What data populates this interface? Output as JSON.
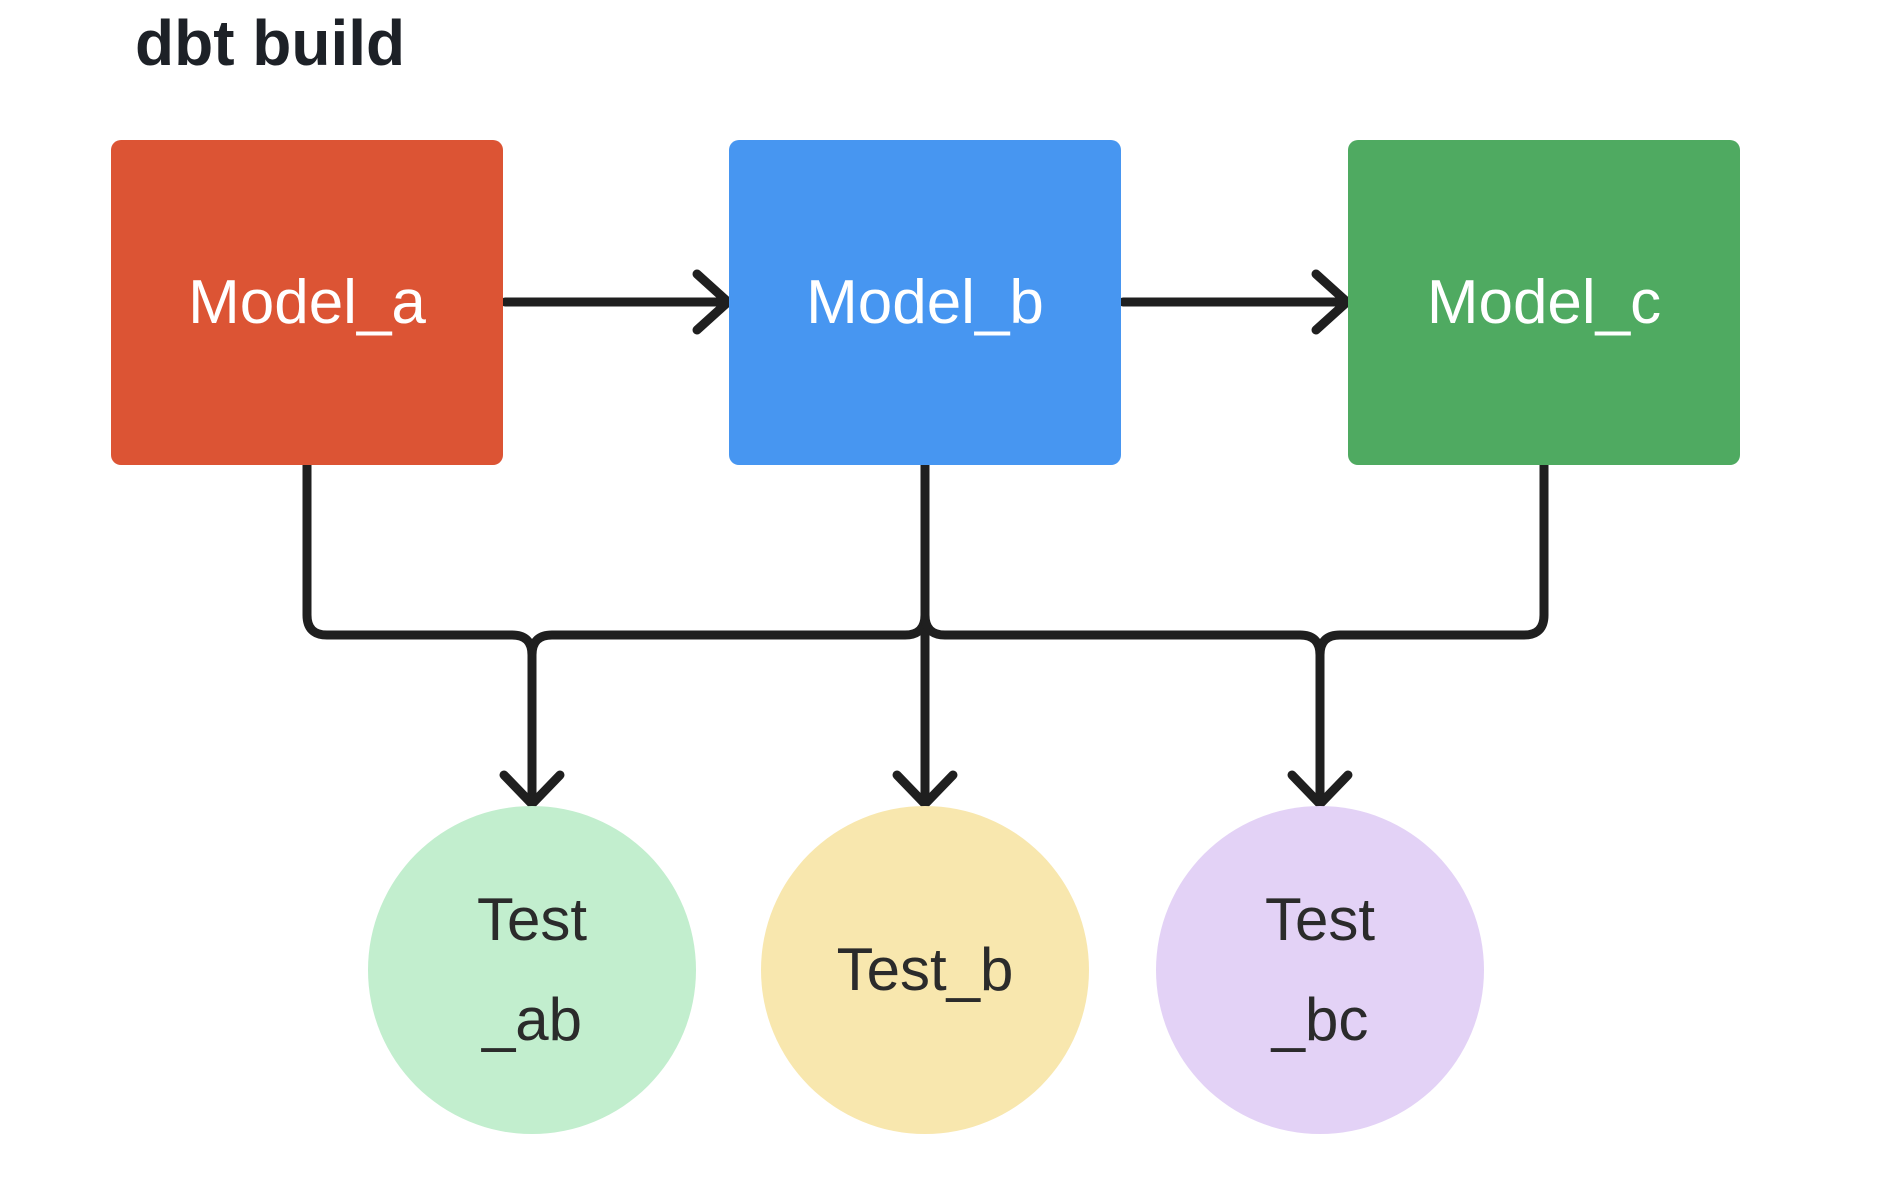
{
  "diagram": {
    "title": "dbt build",
    "title_color": "#1d2127",
    "background": "#ffffff",
    "connector_color": "#1f1f1f",
    "models": [
      {
        "id": "model_a",
        "label": "Model_a",
        "fill": "#DC5434",
        "text_color": "#ffffff"
      },
      {
        "id": "model_b",
        "label": "Model_b",
        "fill": "#4796F1",
        "text_color": "#ffffff"
      },
      {
        "id": "model_c",
        "label": "Model_c",
        "fill": "#4FAA61",
        "text_color": "#ffffff"
      }
    ],
    "tests": [
      {
        "id": "test_ab",
        "lines": [
          "Test",
          "_ab"
        ],
        "fill": "#C2EECE",
        "text_color": "#2b2b2b"
      },
      {
        "id": "test_b",
        "lines": [
          "Test_b"
        ],
        "fill": "#F8E7AE",
        "text_color": "#2b2b2b"
      },
      {
        "id": "test_bc",
        "lines": [
          "Test",
          "_bc"
        ],
        "fill": "#E3D2F6",
        "text_color": "#2b2b2b"
      }
    ],
    "edges": [
      {
        "from": "Model_a",
        "to": "Model_b"
      },
      {
        "from": "Model_b",
        "to": "Model_c"
      },
      {
        "from": "Model_a",
        "to": "Test_ab"
      },
      {
        "from": "Model_b",
        "to": "Test_ab"
      },
      {
        "from": "Model_b",
        "to": "Test_b"
      },
      {
        "from": "Model_b",
        "to": "Test_bc"
      },
      {
        "from": "Model_c",
        "to": "Test_bc"
      }
    ]
  }
}
